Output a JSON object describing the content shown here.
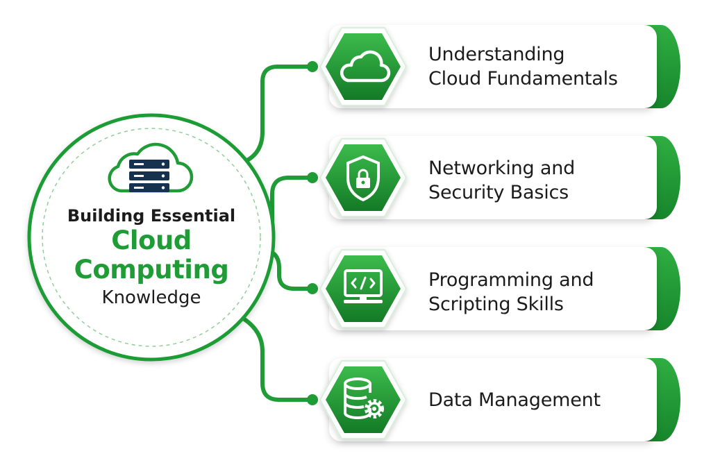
{
  "hub": {
    "line1": "Building Essential",
    "line2": "Cloud",
    "line3": "Computing",
    "line4": "Knowledge",
    "icon": "cloud-server-icon"
  },
  "cards": [
    {
      "line1": "Understanding",
      "line2": "Cloud Fundamentals",
      "icon": "cloud-icon"
    },
    {
      "line1": "Networking and",
      "line2": "Security Basics",
      "icon": "shield-lock-icon"
    },
    {
      "line1": "Programming and",
      "line2": "Scripting Skills",
      "icon": "code-monitor-icon"
    },
    {
      "line1": "Data Management",
      "line2": "",
      "icon": "database-gear-icon"
    }
  ],
  "colors": {
    "accent": "#1f9c36",
    "accent_dark": "#137a26",
    "accent_light": "#3cbb4c",
    "text": "#1b1b1b",
    "card_background": "#ffffff"
  }
}
